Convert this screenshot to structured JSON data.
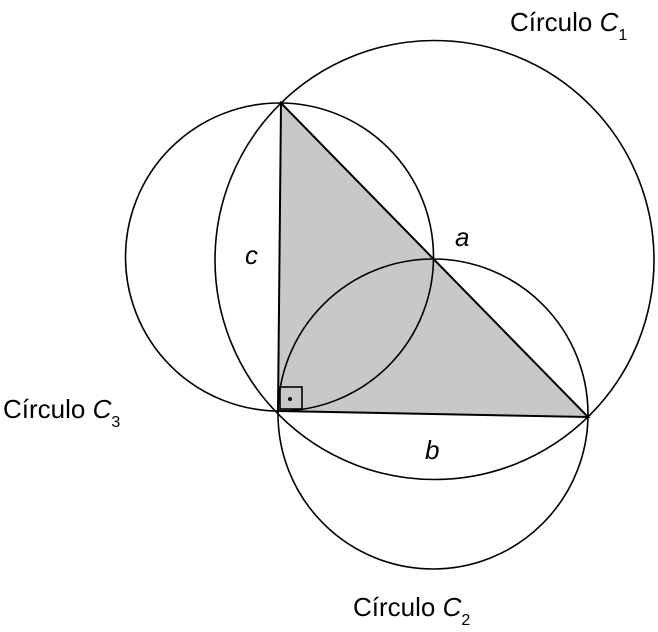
{
  "labels": {
    "c1": {
      "text": "Círculo ",
      "var": "C",
      "sub": "1"
    },
    "c2": {
      "text": "Círculo ",
      "var": "C",
      "sub": "2"
    },
    "c3": {
      "text": "Círculo ",
      "var": "C",
      "sub": "3"
    },
    "side_a": "a",
    "side_b": "b",
    "side_c": "c"
  },
  "colors": {
    "triangle_fill": "#c8c8c8",
    "stroke": "#000000"
  }
}
